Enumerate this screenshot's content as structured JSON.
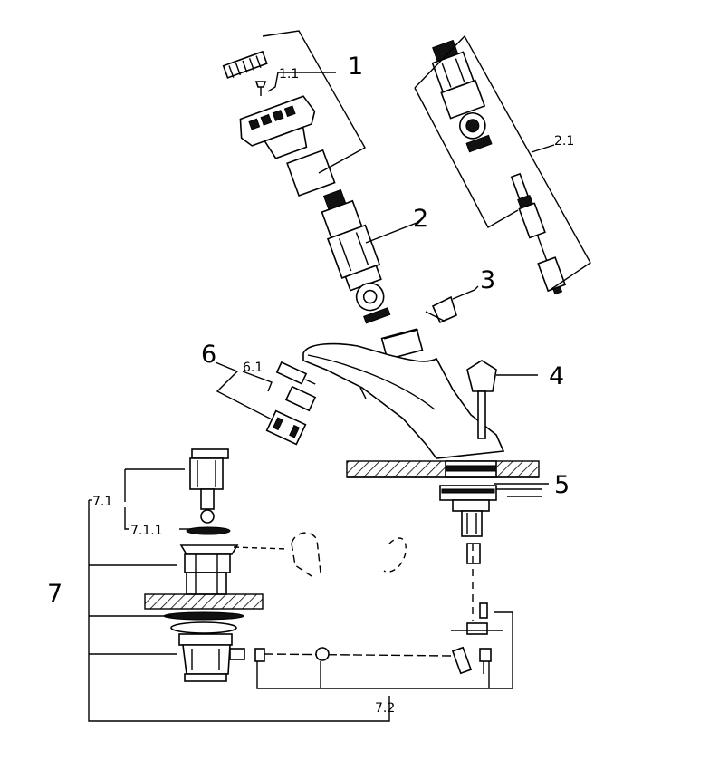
{
  "labels": {
    "p1": "1",
    "p1_1": "1.1",
    "p2": "2",
    "p2_1": "2.1",
    "p3": "3",
    "p4": "4",
    "p5": "5",
    "p6": "6",
    "p6_1": "6.1",
    "p7": "7",
    "p7_1": "7.1",
    "p7_1_1": "7.1.1",
    "p7_2": "7.2"
  }
}
